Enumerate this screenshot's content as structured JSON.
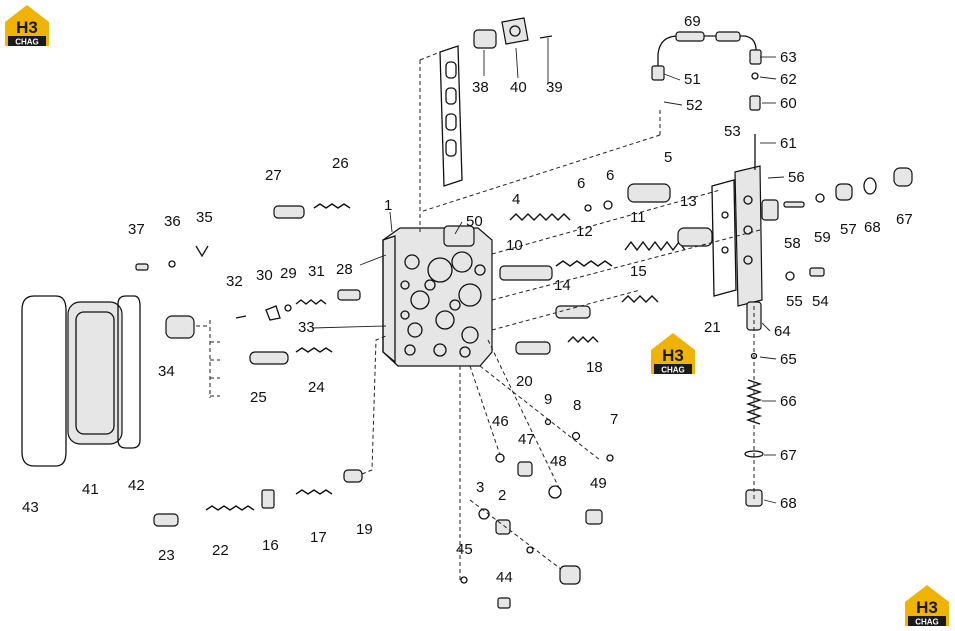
{
  "brand": {
    "logo_text_top": "H3",
    "logo_text_bottom": "CHAG",
    "colors": {
      "gold": "#f0b400",
      "dark": "#1a1a1a"
    }
  },
  "labels": {
    "p1": "1",
    "p2": "2",
    "p3": "3",
    "p4": "4",
    "p5": "5",
    "p6a": "6",
    "p6b": "6",
    "p7": "7",
    "p8": "8",
    "p9": "9",
    "p10": "10",
    "p11": "11",
    "p12": "12",
    "p13": "13",
    "p14": "14",
    "p15": "15",
    "p16": "16",
    "p17": "17",
    "p18": "18",
    "p19": "19",
    "p20": "20",
    "p21": "21",
    "p22": "22",
    "p23": "23",
    "p24": "24",
    "p25": "25",
    "p26": "26",
    "p27": "27",
    "p28": "28",
    "p29": "29",
    "p30": "30",
    "p31": "31",
    "p32": "32",
    "p33": "33",
    "p34": "34",
    "p35": "35",
    "p36": "36",
    "p37": "37",
    "p38": "38",
    "p39": "39",
    "p40": "40",
    "p41": "41",
    "p42": "42",
    "p43": "43",
    "p44": "44",
    "p45": "45",
    "p46": "46",
    "p47": "47",
    "p48": "48",
    "p49": "49",
    "p50": "50",
    "p51": "51",
    "p52": "52",
    "p53": "53",
    "p54": "54",
    "p55": "55",
    "p56": "56",
    "p57": "57",
    "p58": "58",
    "p59": "59",
    "p60": "60",
    "p61": "61",
    "p62": "62",
    "p63": "63",
    "p64": "64",
    "p65": "65",
    "p66": "66",
    "p67a": "67",
    "p67b": "67",
    "p68a": "68",
    "p68b": "68",
    "p69": "69"
  }
}
